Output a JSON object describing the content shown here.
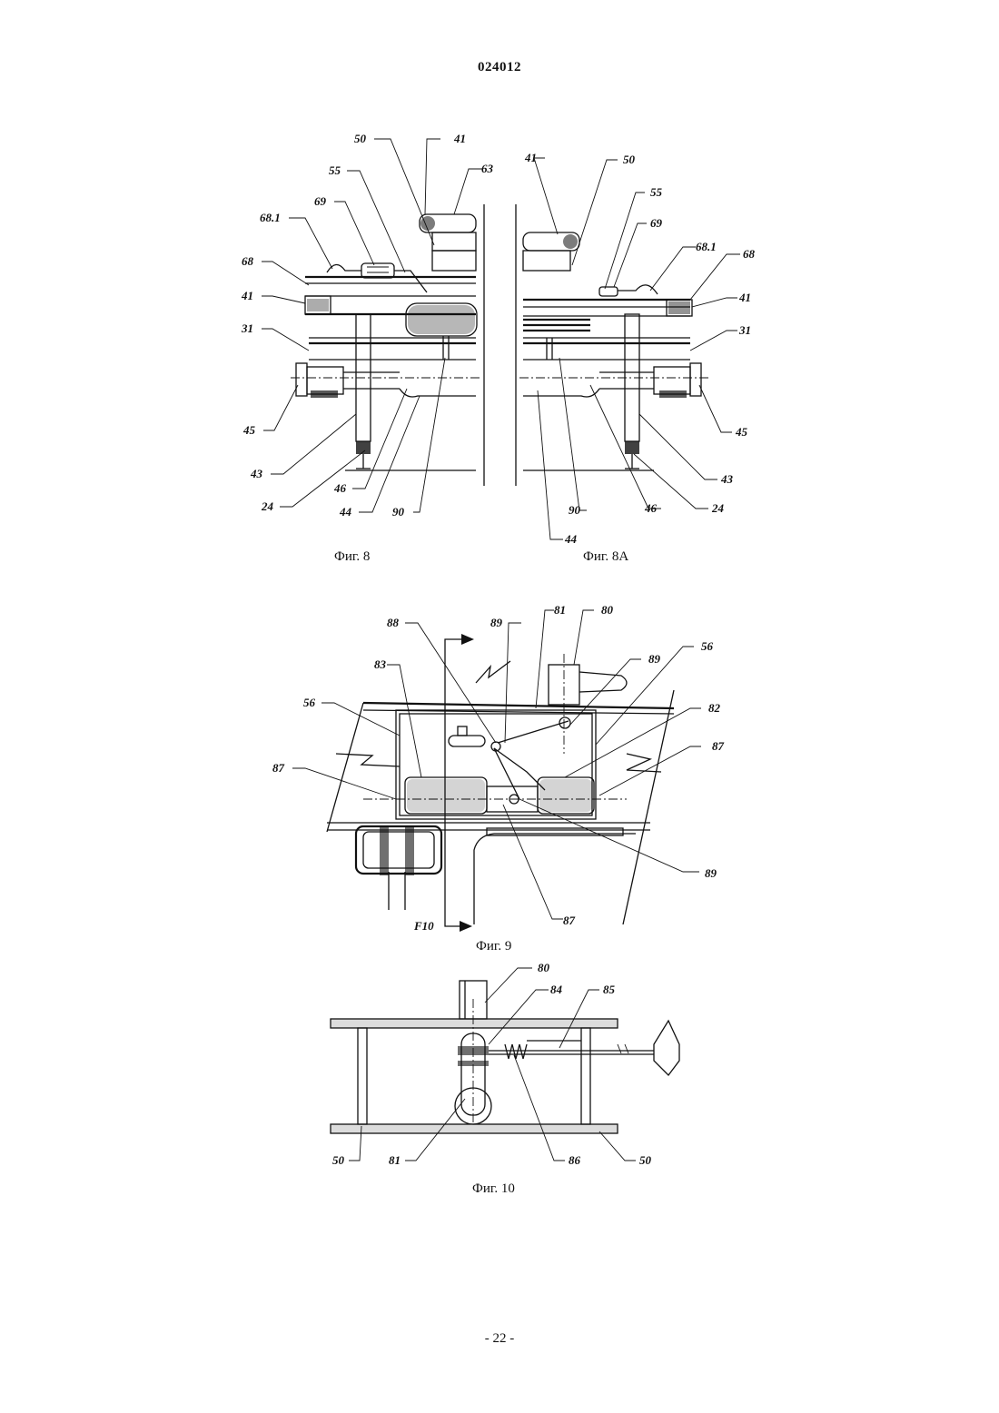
{
  "header": {
    "document_number": "024012"
  },
  "footer": {
    "page_number": "- 22 -"
  },
  "figure8": {
    "caption_left": "Фиг. 8",
    "caption_right": "Фиг. 8А",
    "labels_left": [
      "50",
      "41",
      "63",
      "55",
      "69",
      "68.1",
      "68",
      "41",
      "31",
      "45",
      "43",
      "24",
      "46",
      "44",
      "90"
    ],
    "labels_right": [
      "41",
      "50",
      "55",
      "69",
      "68.1",
      "68",
      "41",
      "31",
      "45",
      "43",
      "24",
      "46",
      "90",
      "44"
    ]
  },
  "figure9": {
    "caption": "Фиг. 9",
    "labels": [
      "88",
      "89",
      "81",
      "80",
      "89",
      "56",
      "83",
      "56",
      "82",
      "87",
      "87",
      "89",
      "87",
      "F10"
    ]
  },
  "figure10": {
    "caption": "Фиг. 10",
    "labels": [
      "80",
      "84",
      "85",
      "50",
      "81",
      "86",
      "50"
    ]
  }
}
